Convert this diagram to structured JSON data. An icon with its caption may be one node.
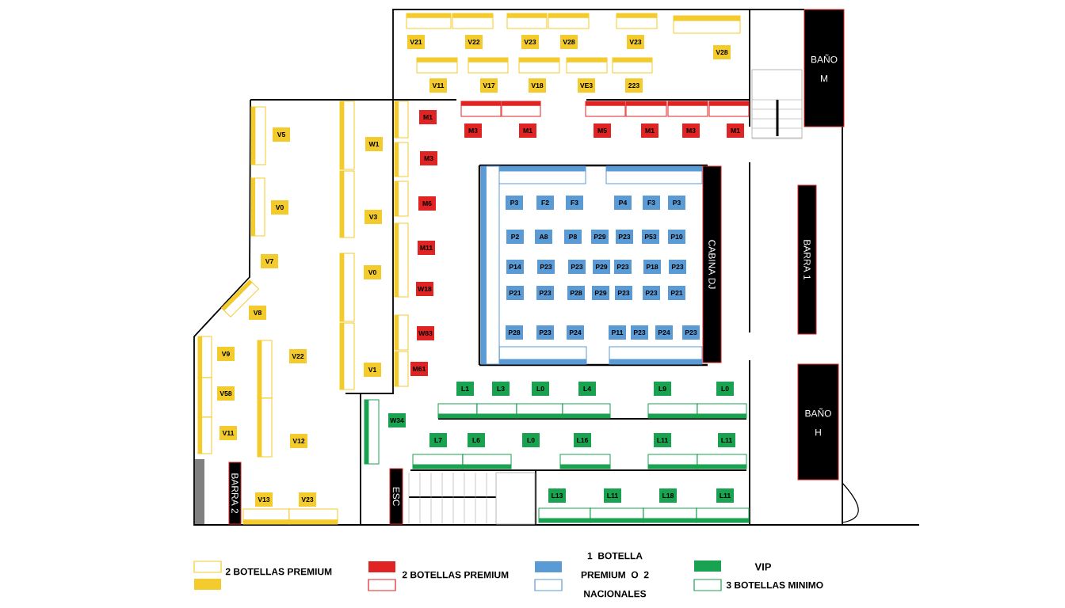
{
  "diagram": {
    "nodes": [
      {
        "text": [
          "BAÑO M"
        ]
      },
      {
        "text": [
          "V21"
        ]
      },
      {
        "text": [
          "V22"
        ]
      },
      {
        "text": [
          "V23"
        ]
      },
      {
        "text": [
          "V28"
        ]
      },
      {
        "text": [
          "V23"
        ]
      },
      {
        "text": [
          "V28"
        ]
      },
      {
        "text": [
          "V11"
        ]
      },
      {
        "text": [
          "V17"
        ]
      },
      {
        "text": [
          "V18"
        ]
      },
      {
        "text": [
          "VE3"
        ]
      },
      {
        "text": [
          "223"
        ]
      },
      {
        "text": [
          "M1"
        ]
      },
      {
        "text": [
          "M3"
        ]
      },
      {
        "text": [
          "M1"
        ]
      },
      {
        "text": [
          "M5"
        ]
      },
      {
        "text": [
          "M1"
        ]
      },
      {
        "text": [
          "M3"
        ]
      },
      {
        "text": [
          "M1"
        ]
      },
      {
        "text": [
          "V5"
        ]
      },
      {
        "text": [
          "W1"
        ]
      },
      {
        "text": [
          "M3"
        ]
      },
      {
        "text": [
          "CABINA DJ"
        ]
      },
      {
        "text": [
          "BARRA 1"
        ]
      },
      {
        "text": [
          "P3"
        ]
      },
      {
        "text": [
          "F2"
        ]
      },
      {
        "text": [
          "F3"
        ]
      },
      {
        "text": [
          "P4"
        ]
      },
      {
        "text": [
          "F3"
        ]
      },
      {
        "text": [
          "P3"
        ]
      },
      {
        "text": [
          "M6"
        ]
      },
      {
        "text": [
          "V0"
        ]
      },
      {
        "text": [
          "V3"
        ]
      },
      {
        "text": [
          "P2"
        ]
      },
      {
        "text": [
          "A8"
        ]
      },
      {
        "text": [
          "P8"
        ]
      },
      {
        "text": [
          "P29"
        ]
      },
      {
        "text": [
          "P23"
        ]
      },
      {
        "text": [
          "P53"
        ]
      },
      {
        "text": [
          "P10"
        ]
      },
      {
        "text": [
          "M11"
        ]
      },
      {
        "text": [
          "V7"
        ]
      },
      {
        "text": [
          "P14"
        ]
      },
      {
        "text": [
          "P23"
        ]
      },
      {
        "text": [
          "P23"
        ]
      },
      {
        "text": [
          "P29"
        ]
      },
      {
        "text": [
          "P23"
        ]
      },
      {
        "text": [
          "P18"
        ]
      },
      {
        "text": [
          "P23"
        ]
      },
      {
        "text": [
          "V0"
        ]
      },
      {
        "text": [
          "W18"
        ]
      },
      {
        "text": [
          "P21"
        ]
      },
      {
        "text": [
          "P23"
        ]
      },
      {
        "text": [
          "P28"
        ]
      },
      {
        "text": [
          "P29"
        ]
      },
      {
        "text": [
          "P23"
        ]
      },
      {
        "text": [
          "P23"
        ]
      },
      {
        "text": [
          "P21"
        ]
      },
      {
        "text": [
          "V8"
        ]
      },
      {
        "text": [
          "P28"
        ]
      },
      {
        "text": [
          "P23"
        ]
      },
      {
        "text": [
          "P24"
        ]
      },
      {
        "text": [
          "P11"
        ]
      },
      {
        "text": [
          "P23"
        ]
      },
      {
        "text": [
          "P24"
        ]
      },
      {
        "text": [
          "P23"
        ]
      },
      {
        "text": [
          "W83"
        ]
      },
      {
        "text": [
          "V9"
        ]
      },
      {
        "text": [
          "V22"
        ]
      },
      {
        "text": [
          "BAÑO H"
        ]
      },
      {
        "text": [
          "M61"
        ]
      },
      {
        "text": [
          "V1"
        ]
      },
      {
        "text": [
          "L1"
        ]
      },
      {
        "text": [
          "L3"
        ]
      },
      {
        "text": [
          "L0"
        ]
      },
      {
        "text": [
          "L4"
        ]
      },
      {
        "text": [
          "L9"
        ]
      },
      {
        "text": [
          "L0"
        ]
      },
      {
        "text": [
          "V58"
        ]
      },
      {
        "text": [
          "W34"
        ]
      },
      {
        "text": [
          "V11"
        ]
      },
      {
        "text": [
          "L7"
        ]
      },
      {
        "text": [
          "L6"
        ]
      },
      {
        "text": [
          "L0"
        ]
      },
      {
        "text": [
          "L16"
        ]
      },
      {
        "text": [
          "L11"
        ]
      },
      {
        "text": [
          "L11"
        ]
      },
      {
        "text": [
          "V12"
        ]
      },
      {
        "text": [
          "BARRA 2"
        ]
      },
      {
        "text": [
          "ESC"
        ]
      },
      {
        "text": [
          "L13"
        ]
      },
      {
        "text": [
          "L11"
        ]
      },
      {
        "text": [
          "L18"
        ]
      },
      {
        "text": [
          "L11"
        ]
      },
      {
        "text": [
          "V13"
        ]
      },
      {
        "text": [
          "V23"
        ]
      }
    ],
    "legend": [
      {
        "text": "2 BOTELLAS PREMIUM",
        "color": "#f3cb2c"
      },
      {
        "text": "2 BOTELLAS PREMIUM",
        "color": "#e02424"
      },
      {
        "text": "1 BOTELLA PREMIUM O 2 NACIONALES",
        "color": "#5b9bd5"
      },
      {
        "text": "VIP",
        "color": "#19a24f"
      },
      {
        "text": "3 BOTELLAS MINIMO"
      }
    ]
  }
}
